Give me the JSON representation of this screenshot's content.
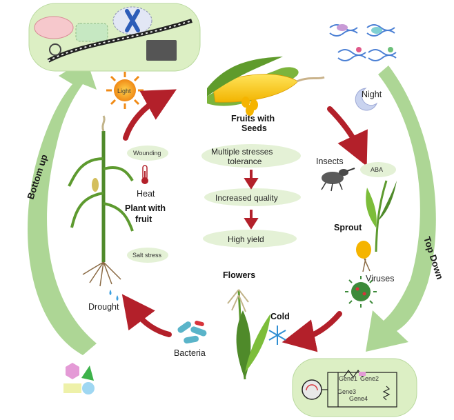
{
  "cycle": {
    "fruits_with_seeds": [
      "Fruits with",
      "Seeds"
    ],
    "flowers": "Flowers",
    "sprout": "Sprout",
    "plant_with_fruit": [
      "Plant with",
      "fruit"
    ]
  },
  "center": {
    "multiple_stresses": [
      "Multiple stresses",
      "tolerance"
    ],
    "increased_quality": "Increased quality",
    "high_yield": "High  yield"
  },
  "stresses": {
    "light": "Light",
    "night": "Night",
    "aba": "ABA",
    "insects": "Insects",
    "viruses": "Viruses",
    "cold": "Cold",
    "bacteria": "Bacteria",
    "drought": "Drought",
    "salt_stress": "Salt stress",
    "heat": "Heat",
    "wounding": "Wounding"
  },
  "approaches": {
    "bottom_up": "Bottom up",
    "top_down": "Top Down"
  },
  "circuit": {
    "gene1": "Gene1",
    "gene2": "Gene2",
    "gene3": "Gene3",
    "gene4": "Gene4"
  },
  "colors": {
    "cycle_arrow": "#b3202a",
    "approach_arrow": "#a9d48f",
    "pill": "#e4f1d6",
    "panel": "#dcefc4"
  }
}
